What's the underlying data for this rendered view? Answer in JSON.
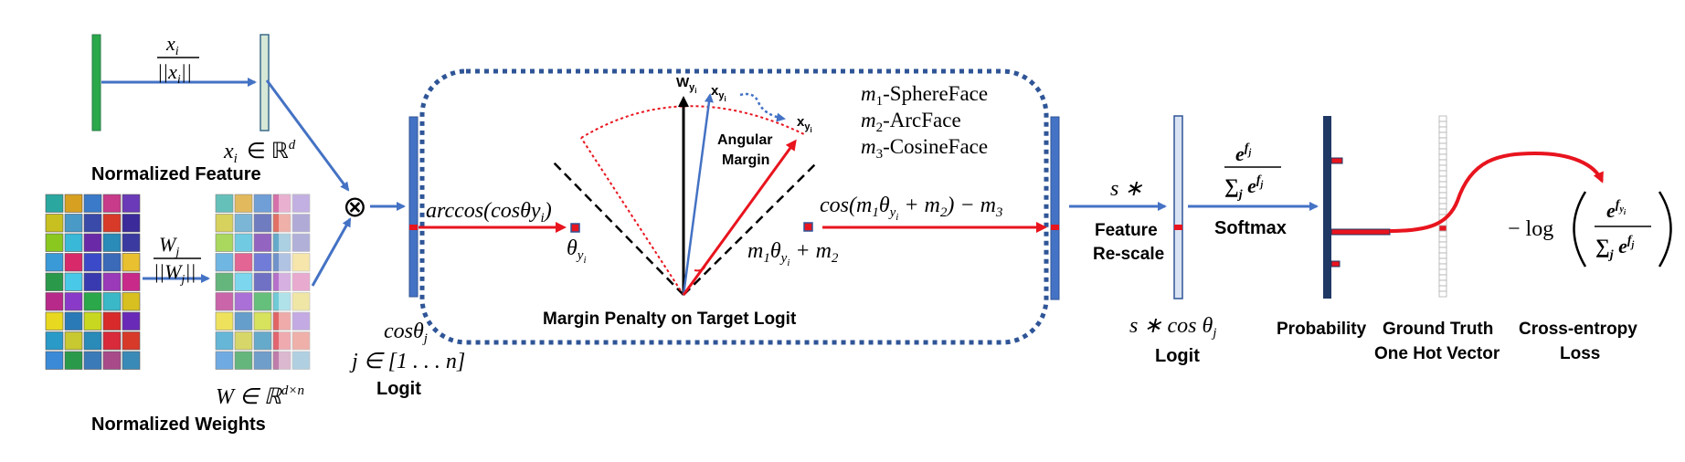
{
  "normalized_feature": {
    "label": "Normalized Feature",
    "frac_num": "x",
    "frac_num_sub": "i",
    "frac_den": "||x",
    "frac_den_sub": "i",
    "frac_den_end": "||",
    "space_x": "x",
    "space_x_sub": "i",
    "space_in": "∈ ℝ",
    "space_sup": "d"
  },
  "normalized_weights": {
    "label": "Normalized Weights",
    "frac_num": "W",
    "frac_num_sub": "j",
    "frac_den": "||W",
    "frac_den_sub": "j",
    "frac_den_end": "||",
    "space_w": "W ∈ ℝ",
    "space_sup": "d×n",
    "grid_colors": [
      [
        "#2aa8a0",
        "#d8a020",
        "#3a7ac8",
        "#c83a8a",
        "#6a3ab8"
      ],
      [
        "#c8c020",
        "#4a9ac8",
        "#3a4aa8",
        "#d83a2a",
        "#3a2a9a"
      ],
      [
        "#8ac820",
        "#3ab8d8",
        "#6a2aa8",
        "#2a8ab8",
        "#3a3aa0"
      ],
      [
        "#3a9ad8",
        "#d82a6a",
        "#3a4ac8",
        "#3a6ab8",
        "#e8c030"
      ],
      [
        "#2a9a4a",
        "#4ac8e8",
        "#3a3ab0",
        "#9a3ab8",
        "#c82a8a"
      ],
      [
        "#b82a8a",
        "#8a3ac8",
        "#2aa84a",
        "#3ab8c8",
        "#d8c020"
      ],
      [
        "#e8d820",
        "#2a7ab8",
        "#c8d820",
        "#d82a2a",
        "#6a2ab8"
      ],
      [
        "#2a9ac8",
        "#c8c830",
        "#2a8ab8",
        "#d82a3a",
        "#d83a2a"
      ],
      [
        "#3a8ad8",
        "#2a9a4a",
        "#3a7ab8",
        "#a84a8a",
        "#3a8ab8"
      ]
    ]
  },
  "otimes": "⊗",
  "logit_left": {
    "cos": "cos",
    "theta_sub": "j",
    "range": "j ∈ [1 . . . n]",
    "label": "Logit"
  },
  "margin_box": {
    "arccos": "arccos(cosθy",
    "arccos_sub": "i",
    "arccos_end": ")",
    "theta": "θ",
    "theta_sub": "y",
    "theta_sub2": "i",
    "Wy": "W",
    "Wy_sub": "y",
    "Wy_sub2": "i",
    "xy_top": "x",
    "xy_top_sub": "y",
    "xy_top_sub2": "i",
    "xy_right": "x",
    "xy_right_sub": "y",
    "xy_right_sub2": "i",
    "angular_1": "Angular",
    "angular_2": "Margin",
    "m1_label": "-SphereFace",
    "m2_label": "-ArcFace",
    "m3_label": "-CosineFace",
    "m_letter": "m",
    "m1_sub": "1",
    "m2_sub": "2",
    "m3_sub": "3",
    "m1theta": "m",
    "m1theta_sub": "1",
    "m1theta_mid": "θ",
    "m1theta_sub2": "y",
    "m1theta_sub3": "i",
    "m1theta_end": " + m",
    "m1theta_sub4": "2",
    "cosm": "cos(m",
    "cosm_sub": "1",
    "cosm_mid": "θ",
    "cosm_sub2": "y",
    "cosm_sub3": "i",
    "cosm_mid2": " + m",
    "cosm_sub4": "2",
    "cosm_end": ") − m",
    "cosm_sub5": "3",
    "caption": "Margin Penalty on Target Logit"
  },
  "rescale": {
    "s_star": "s ∗",
    "feature": "Feature",
    "rescale": "Re-scale",
    "logit_expr": "s ∗ cos θ",
    "logit_expr_sub": "j",
    "logit": "Logit"
  },
  "softmax": {
    "num_e": "e",
    "num_sup": "f",
    "num_sup_sub": "j",
    "den": "∑",
    "den_sub": "j",
    "den_e": " e",
    "den_sup": "f",
    "den_sup_sub": "j",
    "label": "Softmax"
  },
  "outputs": {
    "probability": "Probability",
    "ground_truth_1": "Ground Truth",
    "ground_truth_2": "One Hot Vector",
    "ce_1": "Cross-entropy",
    "ce_2": "Loss",
    "loss_prefix": "− log",
    "loss_num_e": "e",
    "loss_num_sup": "f",
    "loss_num_sup_sub": "y",
    "loss_num_sup_sub2": "i",
    "loss_den": "∑",
    "loss_den_sub": "j",
    "loss_den_e": " e",
    "loss_den_sup": "f",
    "loss_den_sup_sub": "j"
  },
  "colors": {
    "blue": "#4472c4",
    "dark_blue": "#1f3864",
    "red": "#e8141e",
    "dashed_box": "#2f5597",
    "feature_green": "#2aa84a",
    "feature_light": "#d6e8d6",
    "logit_light": "#dae3f3"
  }
}
